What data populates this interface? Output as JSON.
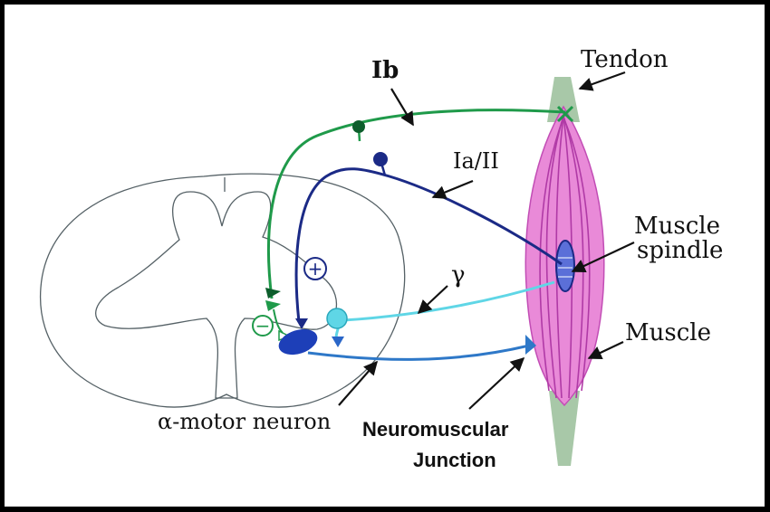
{
  "labels": {
    "tendon": "Tendon",
    "ib": "Ib",
    "ia_ii": "Ia/II",
    "muscle_spindle_line1": "Muscle",
    "muscle_spindle_line2": "spindle",
    "gamma": "γ",
    "muscle": "Muscle",
    "alpha_motor_neuron": "α-motor neuron",
    "neuromuscular_line1": "Neuromuscular",
    "neuromuscular_line2": "Junction",
    "plus_sign": "+",
    "minus_sign": "−"
  },
  "colors": {
    "ib_fiber": "#1f9a4a",
    "ib_soma": "#0d5e2c",
    "ia_fiber": "#1b2a86",
    "gamma_fiber": "#5fd6e6",
    "alpha_fiber": "#2e78c8",
    "alpha_soma": "#1d3fb8",
    "spinal_cord_outline": "#556166",
    "muscle_fill": "#e98ad8",
    "muscle_stripe": "#b03aa6",
    "tendon_fill": "#a8c8a8"
  }
}
